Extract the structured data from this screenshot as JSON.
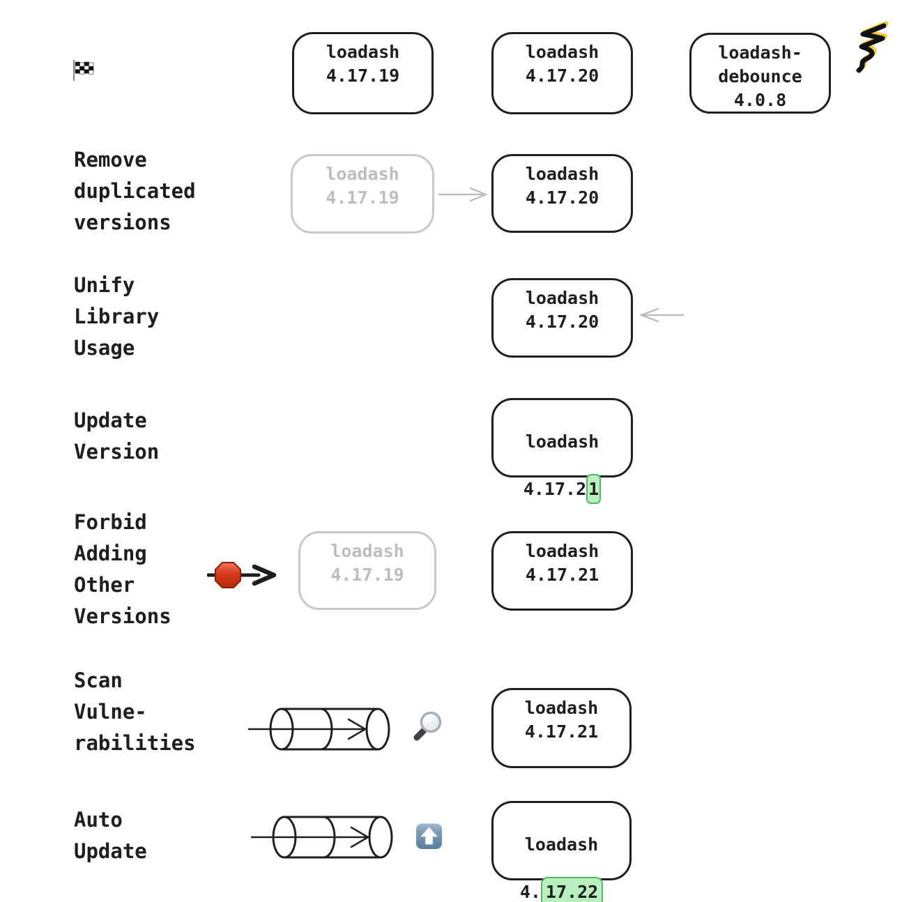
{
  "palette": {
    "ink": "#1e1e1e",
    "ghost": "#c4c4c4",
    "highlight_fill": "#b9f0c0",
    "highlight_border": "#54b766",
    "scribble_yellow": "#f9c62b",
    "stop_red": "#d23415",
    "button_blue": "#6e8fae"
  },
  "header": {
    "flag_icon": "checkered-flag",
    "scribble_icon": "yellow-black-scribble",
    "packages": [
      {
        "title": "loadash\n4.17.19"
      },
      {
        "title": "loadash\n4.17.20"
      },
      {
        "title": "loadash-\ndebounce\n4.0.8"
      }
    ]
  },
  "steps": [
    {
      "label": "Remove\nduplicated\nversions",
      "ghost_box": "loadash\n4.17.19",
      "arrow": "right",
      "box": "loadash\n4.17.20"
    },
    {
      "label": "Unify\nLibrary\nUsage",
      "box": "loadash\n4.17.20",
      "arrow": "left"
    },
    {
      "label": "Update\nVersion",
      "box_line1": "loadash",
      "version_prefix": "4.17.2",
      "version_highlight": "1"
    },
    {
      "label": "Forbid\nAdding\nOther\nVersions",
      "stop_icon": "stop-sign",
      "ghost_box": "loadash\n4.17.19",
      "box": "loadash\n4.17.21"
    },
    {
      "label": "Scan\nVulne-\nrabilities",
      "pipeline_icon": "pipeline-cylinder",
      "search_icon": "magnifying-glass",
      "box": "loadash\n4.17.21"
    },
    {
      "label": "Auto\nUpdate",
      "pipeline_icon": "pipeline-cylinder",
      "update_icon": "up-arrow-button",
      "box_line1": "loadash",
      "version_prefix": "4.",
      "version_highlight": "17.22"
    }
  ]
}
